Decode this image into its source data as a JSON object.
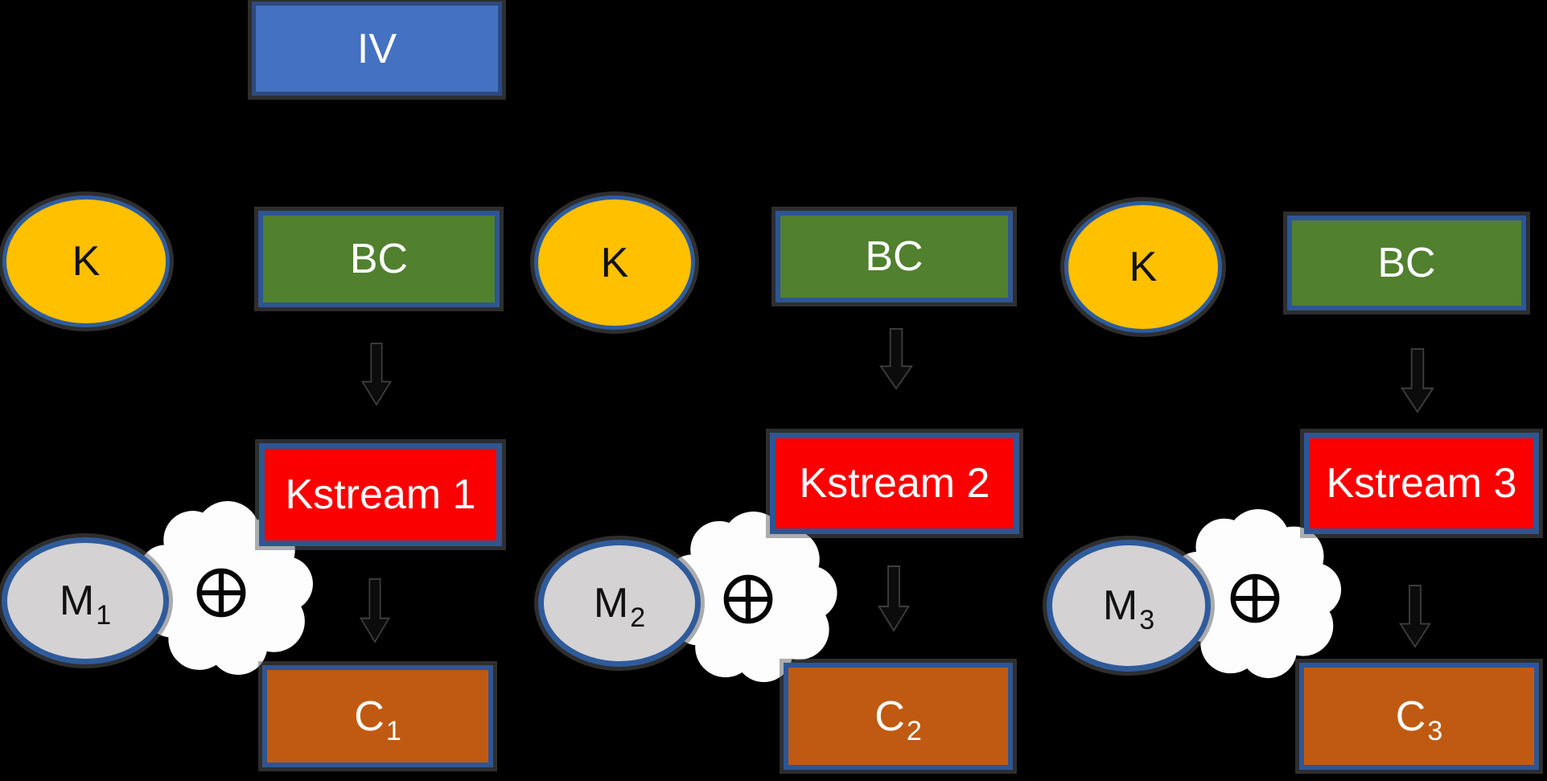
{
  "diagram": {
    "kind": "stream-cipher-block-diagram",
    "background": "#000000"
  },
  "colors": {
    "iv_fill": "#4471C1",
    "iv_border": "#2C4A80",
    "block_border_blue": "#2E5595",
    "bc_fill": "#51802F",
    "k_fill": "#FFC000",
    "kstream_fill": "#FB0000",
    "m_fill": "#D4D2D3",
    "c_fill": "#C05A12",
    "cloud_fill": "#FDFDFD",
    "arrow_fill": "#0C0C0C",
    "xor_stroke": "#050505",
    "light_text": "#FFFFFF",
    "dark_text": "#111111"
  },
  "icons": {
    "xor": "⊕",
    "down_arrow": "⇓"
  },
  "iv": {
    "label": "IV"
  },
  "columns": [
    {
      "k_label": "K",
      "bc_label": "BC",
      "kstream_label": "Kstream 1",
      "m_base": "M",
      "m_sub": "1",
      "c_base": "C",
      "c_sub": "1"
    },
    {
      "k_label": "K",
      "bc_label": "BC",
      "kstream_label": "Kstream 2",
      "m_base": "M",
      "m_sub": "2",
      "c_base": "C",
      "c_sub": "2"
    },
    {
      "k_label": "K",
      "bc_label": "BC",
      "kstream_label": "Kstream 3",
      "m_base": "M",
      "m_sub": "3",
      "c_base": "C",
      "c_sub": "3"
    }
  ]
}
